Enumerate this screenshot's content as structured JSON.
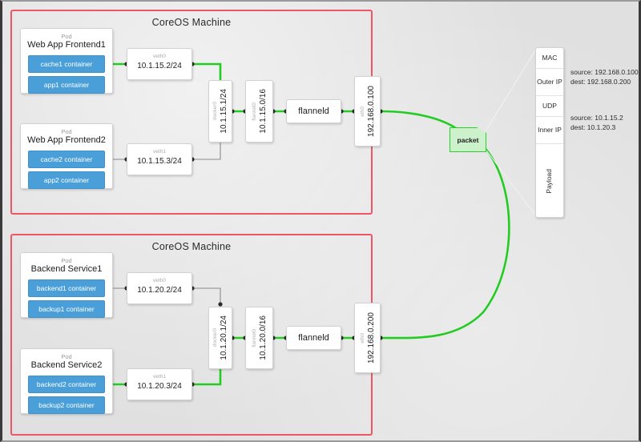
{
  "diagram": {
    "title": "CoreOS flannel overlay network packet flow",
    "colors": {
      "machine_border": "#ee5566",
      "container_fill": "#4a9fd8",
      "packet_fill": "#ccf2cc",
      "packet_border": "#2ecc2e",
      "active_path": "#22cc22",
      "idle_path": "#8a8a8a",
      "background": "#e0e0e0"
    }
  },
  "machines": [
    {
      "name": "machine-top",
      "title": "CoreOS Machine",
      "pods": [
        {
          "name": "pod-web-app-frontend1",
          "kind": "Pod",
          "title": "Web App Frontend1",
          "containers": [
            "cache1 container",
            "app1 container"
          ]
        },
        {
          "name": "pod-web-app-frontend2",
          "kind": "Pod",
          "title": "Web App Frontend2",
          "containers": [
            "cache2 container",
            "app2 container"
          ]
        }
      ],
      "veths": [
        {
          "name": "veth0-top",
          "iface": "veth0",
          "ip": "10.1.15.2/24"
        },
        {
          "name": "veth1-top",
          "iface": "veth1",
          "ip": "10.1.15.3/24"
        }
      ],
      "bridges": [
        {
          "name": "docker0-top",
          "iface": "docker0",
          "ip": "10.1.15.1/24"
        },
        {
          "name": "flannel0-top",
          "iface": "flannel0",
          "ip": "10.1.15.0/16"
        }
      ],
      "daemon": {
        "name": "flanneld-top",
        "label": "flanneld"
      },
      "eth": {
        "name": "eth0-top",
        "iface": "eth0",
        "ip": "192.168.0.100"
      }
    },
    {
      "name": "machine-bottom",
      "title": "CoreOS Machine",
      "pods": [
        {
          "name": "pod-backend-service1",
          "kind": "Pod",
          "title": "Backend Service1",
          "containers": [
            "backend1 container",
            "backup1 container"
          ]
        },
        {
          "name": "pod-backend-service2",
          "kind": "Pod",
          "title": "Backend Service2",
          "containers": [
            "backend2 container",
            "backup2 container"
          ]
        }
      ],
      "veths": [
        {
          "name": "veth0-bottom",
          "iface": "veth0",
          "ip": "10.1.20.2/24"
        },
        {
          "name": "veth1-bottom",
          "iface": "veth1",
          "ip": "10.1.20.3/24"
        }
      ],
      "bridges": [
        {
          "name": "docker0-bottom",
          "iface": "docker0",
          "ip": "10.1.20.1/24"
        },
        {
          "name": "flannel0-bottom",
          "iface": "flannel0",
          "ip": "10.1.20.0/16"
        }
      ],
      "daemon": {
        "name": "flanneld-bottom",
        "label": "flanneld"
      },
      "eth": {
        "name": "eth0-bottom",
        "iface": "eth0",
        "ip": "192.168.0.200"
      }
    }
  ],
  "packet": {
    "label": "packet",
    "fields": [
      {
        "name": "mac",
        "label": "MAC"
      },
      {
        "name": "outer-ip",
        "label": "Outer\nIP"
      },
      {
        "name": "udp",
        "label": "UDP"
      },
      {
        "name": "inner-ip",
        "label": "Inner\nIP"
      },
      {
        "name": "payload",
        "label": "Payload"
      }
    ],
    "notes": [
      {
        "name": "outer-ip-note",
        "text": "source: 192.168.0.100\ndest: 192.168.0.200"
      },
      {
        "name": "inner-ip-note",
        "text": "source: 10.1.15.2\ndest: 10.1.20.3"
      }
    ]
  }
}
